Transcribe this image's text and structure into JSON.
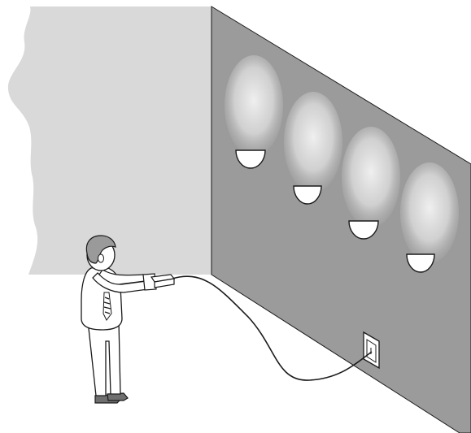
{
  "illustration": {
    "colors": {
      "back_wall": "#d9d9d9",
      "side_wall": "#9b9b9b",
      "outline": "#1a1a1a",
      "lamp_glow_center": "#f4f4f4",
      "hair": "#9a9a9a",
      "shoe": "#6f6f6f",
      "figure_fill": "#ffffff"
    },
    "lamp_count": 4,
    "icons": [
      "person-figure",
      "ceiling-light-icon",
      "wall-outlet-icon",
      "handheld-meter-icon",
      "power-cord"
    ]
  }
}
